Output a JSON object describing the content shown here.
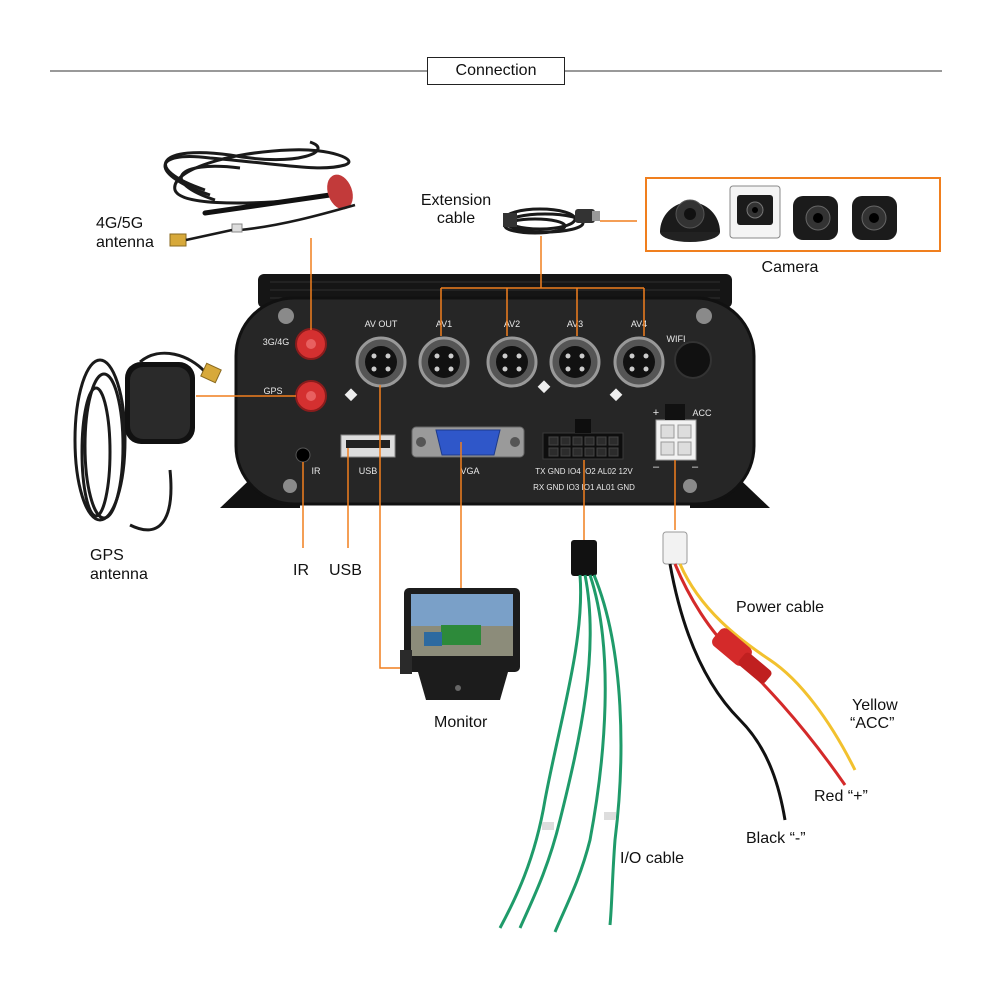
{
  "title": "Connection",
  "colors": {
    "accent": "#f07f1e",
    "line": "#222222",
    "dvr_body": "#1e1e1e",
    "panel": "#2a2a2a"
  },
  "panel": {
    "av_out": "AV OUT",
    "av1": "AV1",
    "av2": "AV2",
    "av3": "AV3",
    "av4": "AV4",
    "wifi": "WIFI",
    "port_3g4g": "3G/4G",
    "gps": "GPS",
    "ir": "IR",
    "usb": "USB",
    "vga": "VGA",
    "io_top": "TX GND IO4 IO2 AL02 12V",
    "io_bottom": "RX GND IO3 IO1 AL01 GND",
    "power_plus": "+",
    "acc": "ACC",
    "power_minus_left": "–",
    "power_minus_right": "–"
  },
  "labels": {
    "antenna_4g5g_1": "4G/5G",
    "antenna_4g5g_2": "antenna",
    "gps_antenna_1": "GPS",
    "gps_antenna_2": "antenna",
    "extension_1": "Extension",
    "extension_2": "cable",
    "camera": "Camera",
    "ir": "IR",
    "usb": "USB",
    "monitor": "Monitor",
    "io_cable": "I/O cable",
    "power_cable": "Power cable",
    "yellow_1": "Yellow",
    "yellow_2": "“ACC”",
    "red": "Red “+”",
    "black": "Black “-”"
  }
}
